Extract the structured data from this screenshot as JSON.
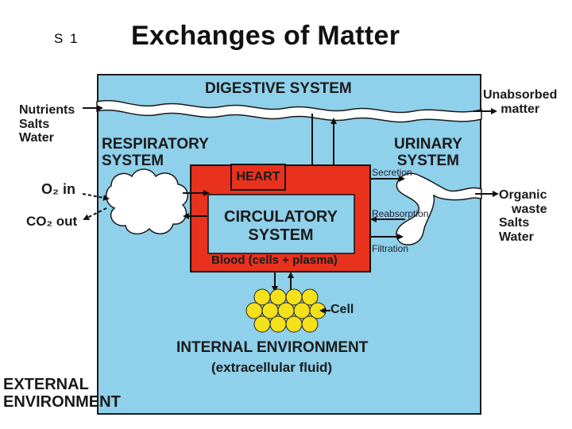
{
  "slide_number": "S 1",
  "title": "Exchanges of Matter",
  "systems": {
    "digestive": "DIGESTIVE SYSTEM",
    "respiratory": [
      "RESPIRATORY",
      "SYSTEM"
    ],
    "urinary": [
      "URINARY",
      "SYSTEM"
    ],
    "heart": "HEART",
    "circulatory": [
      "CIRCULATORY",
      "SYSTEM"
    ],
    "blood": "Blood (cells + plasma)"
  },
  "inputs": {
    "nutrients": [
      "Nutrients",
      "Salts",
      "Water"
    ],
    "o2_in": "O₂ in",
    "co2_out": "CO₂ out"
  },
  "outputs": {
    "unabsorbed": [
      "Unabsorbed",
      "matter"
    ],
    "urinary_out": [
      "Organic",
      "waste",
      "Salts",
      "Water"
    ]
  },
  "kidney_processes": {
    "secretion": "Secretion",
    "reabsorption": "Reabsorption",
    "filtration": "Filtration"
  },
  "cell": "Cell",
  "internal_environment": {
    "title": "INTERNAL ENVIRONMENT",
    "subtitle": "(extracellular fluid)"
  },
  "external_environment": [
    "EXTERNAL",
    "ENVIRONMENT"
  ],
  "colors": {
    "internal_fluid": "#8fd0ea",
    "circulatory": "#e8321e",
    "cell": "#f4e11a",
    "digestive_band": "#ffffff"
  }
}
